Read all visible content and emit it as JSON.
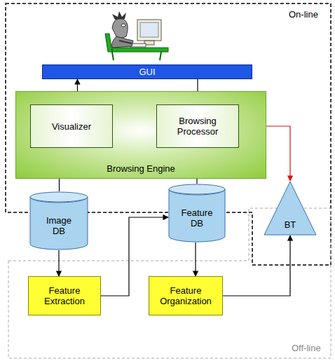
{
  "diagram": {
    "nodes": [
      {
        "text": [
          "GUI"
        ]
      },
      {
        "text": [
          "Browsing Engine"
        ]
      },
      {
        "text": [
          "Visualizer"
        ],
        "in": 1
      },
      {
        "text": [
          "Browsing Processor"
        ],
        "in": 1
      },
      {
        "text": [
          "Image DB"
        ]
      },
      {
        "text": [
          "Feature DB"
        ]
      },
      {
        "text": [
          "BT"
        ]
      },
      {
        "text": [
          "Feature Extraction"
        ]
      },
      {
        "text": [
          "Feature Organization"
        ]
      }
    ],
    "edges": [
      {
        "from": 0,
        "to": 3,
        "arrow": "to"
      },
      {
        "from": 2,
        "to": 0,
        "arrow": "to"
      },
      {
        "from": 3,
        "to": 2,
        "arrow": "to"
      },
      {
        "from": 3,
        "to": 6,
        "arrow": "both"
      },
      {
        "from": 4,
        "to": 2,
        "arrow": "to"
      },
      {
        "from": 5,
        "to": 3,
        "arrow": "to"
      },
      {
        "from": 4,
        "to": 7,
        "arrow": "to"
      },
      {
        "from": 7,
        "to": 5,
        "arrow": "to"
      },
      {
        "from": 5,
        "to": 8,
        "arrow": "to"
      },
      {
        "from": 8,
        "to": 6,
        "arrow": "to"
      }
    ],
    "labels": [
      "On-line",
      "Off-line"
    ]
  }
}
